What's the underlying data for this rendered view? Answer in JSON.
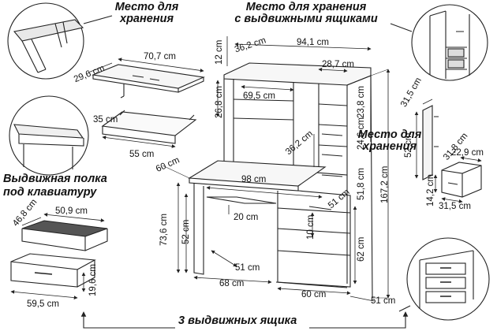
{
  "headings": {
    "storage_top_left": [
      "Место для",
      "хранения"
    ],
    "storage_drawers": [
      "Место для хранения",
      "с выдвижными ящиками"
    ],
    "storage_right": [
      "Место для",
      "хранения"
    ],
    "keyboard_shelf": [
      "Выдвижная полка",
      "под клавиатуру"
    ],
    "three_drawers": "3 выдвижных ящика"
  },
  "dimensions": {
    "wall_shelf_width": "70,7 cm",
    "wall_shelf_depth": "29,6 cm",
    "keyboard_depth": "35 cm",
    "keyboard_width": "55 cm",
    "desk_depth": "60 cm",
    "desk_width": "98 cm",
    "hutch_depth": "36,2 cm",
    "hutch_width": "94,1 cm",
    "top_gap": "12 cm",
    "section_width": "28,7 cm",
    "upper_height": "26,8 cm",
    "open_width": "69,5 cm",
    "shelf_height_1": "23,8 cm",
    "shelf_height_2": "24,6 cm",
    "inner_depth": "36,2 cm",
    "side_height": "51,8 cm",
    "side_depth": "51 cm",
    "total_height": "167,2 cm",
    "keyboard_gap": "20 cm",
    "desk_height": "73,6 cm",
    "leg_height": "52 cm",
    "drawer_height_gap": "10 cm",
    "cabinet_height": "62 cm",
    "bottom_depth": "51 cm",
    "left_width": "68 cm",
    "cabinet_width": "60 cm",
    "base_depth": "51 cm",
    "door_width": "31,5 cm",
    "door_height": "52 cm",
    "box_depth": "31,8 cm",
    "box_width": "22,9 cm",
    "box_height": "14,2 cm",
    "box_outer_width": "31,5 cm",
    "drawer_depth": "46,8 cm",
    "drawer_width": "50,9 cm",
    "drawer_front_width": "59,5 cm",
    "drawer_front_height": "19,6 cm"
  },
  "colors": {
    "line": "#222222",
    "fill_light": "#f2f2f2",
    "fill_dark": "#555555"
  }
}
